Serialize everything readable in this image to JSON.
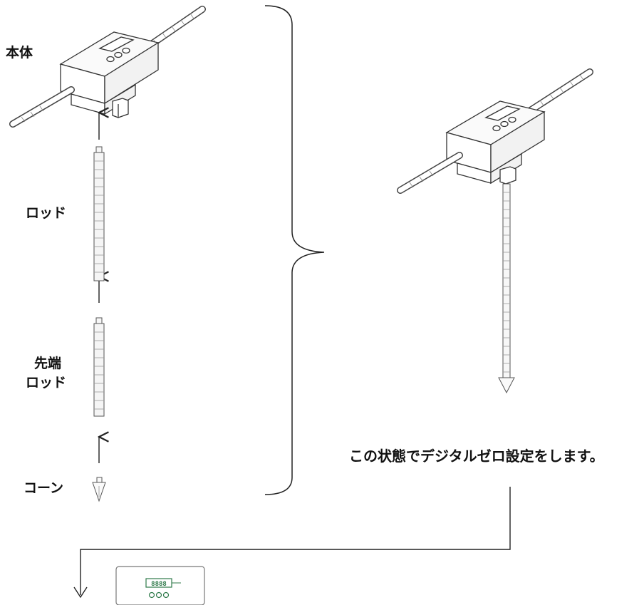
{
  "labels": {
    "body": "本体",
    "rod": "ロッド",
    "tip_rod_1": "先端",
    "tip_rod_2": "ロッド",
    "cone": "コーン"
  },
  "caption": "この状態でデジタルゼロ設定をします。",
  "mini_display": "8888",
  "colors": {
    "line": "#222222",
    "display": "#2f7a4a",
    "ink": "#111111"
  }
}
